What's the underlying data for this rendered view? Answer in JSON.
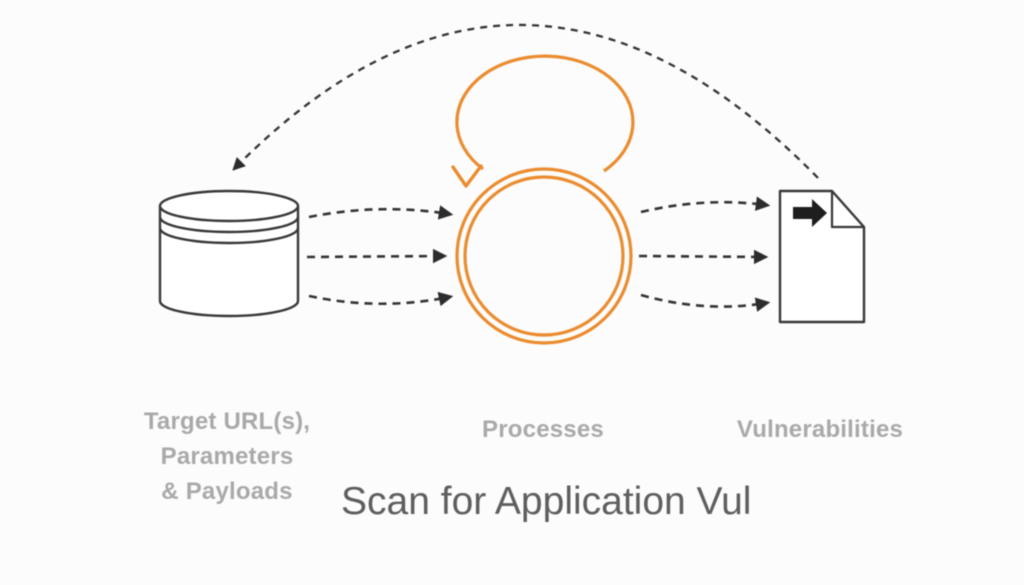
{
  "colors": {
    "background": "#FCFCFC",
    "accent_orange": "#EA8C2F",
    "line_dark": "#333333",
    "arrowhead_dark": "#2C2C2C",
    "label_gray": "#A9A9A9",
    "title_gray": "#5E5E5E"
  },
  "diagram": {
    "caption": "Scan for Application Vul",
    "nodes": {
      "input": {
        "icon": "database-icon",
        "label_lines": [
          "Target URL(s),",
          "Parameters",
          "& Payloads"
        ]
      },
      "process": {
        "icon": "process-loop-circle-icon",
        "label": "Processes"
      },
      "output": {
        "icon": "document-export-icon",
        "label": "Vulnerabilities"
      }
    },
    "edges": [
      {
        "from": "input",
        "to": "process",
        "style": "dashed-arrow",
        "count": 3
      },
      {
        "from": "process",
        "to": "output",
        "style": "dashed-arrow",
        "count": 3
      },
      {
        "from": "process",
        "to": "process",
        "style": "solid-orange-loop-arrow",
        "count": 1
      },
      {
        "from": "output",
        "to": "input",
        "style": "dashed-curved-feedback-arrow",
        "count": 1
      }
    ]
  }
}
